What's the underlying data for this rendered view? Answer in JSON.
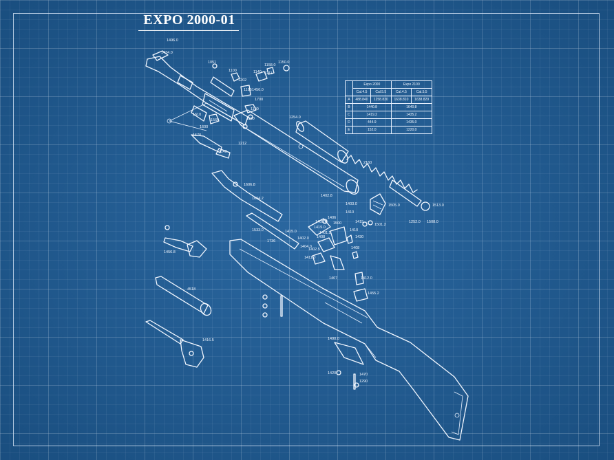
{
  "title": "EXPO 2000-01",
  "spec_table": {
    "models": [
      "Expo 2000",
      "Expo 2100"
    ],
    "calibers": [
      "Cal.4.5",
      "Cal.5.5",
      "Cal.4.5",
      "Cal.5.5"
    ],
    "rows": [
      {
        "label": "A",
        "cells": [
          "488.840",
          "1258.830",
          "1638.810",
          "1638.829"
        ],
        "merged": false
      },
      {
        "label": "B",
        "cells": [
          "1440.8",
          "1640.8"
        ],
        "merged": true
      },
      {
        "label": "C",
        "cells": [
          "1419.2",
          "1435.2"
        ],
        "merged": true
      },
      {
        "label": "D",
        "cells": [
          "444.9",
          "1435.0"
        ],
        "merged": true
      },
      {
        "label": "E",
        "cells": [
          "152.0",
          "1220.0"
        ],
        "merged": true
      }
    ]
  },
  "part_labels": [
    "1496.0",
    "1434.0",
    "1051",
    "1100",
    "1140",
    "1158.0",
    "1211",
    "1150.0",
    "1202",
    "1185",
    "1100",
    "1456.0",
    "1700",
    "1610",
    "1600",
    "1560",
    "1570",
    "1160",
    "1212",
    "1140",
    "1254.0",
    "1606.8",
    "1604.2",
    "2160",
    "1505.0",
    "1513.0",
    "1252.0",
    "1508.0",
    "1402.8",
    "1403.0",
    "1410",
    "1406",
    "1409.0",
    "1500",
    "1415",
    "1501.2",
    "1419.0",
    "1430",
    "1408",
    "1410",
    "1401.5",
    "1415.0",
    "1533.0",
    "1736",
    "1404.0",
    "1402.0",
    "1402.5",
    "1408",
    "1411.0",
    "1407",
    "1412.0",
    "1455.2",
    "1456.8",
    "4518",
    "1416.5",
    "1490.0",
    "1420",
    "1470",
    "1290"
  ]
}
